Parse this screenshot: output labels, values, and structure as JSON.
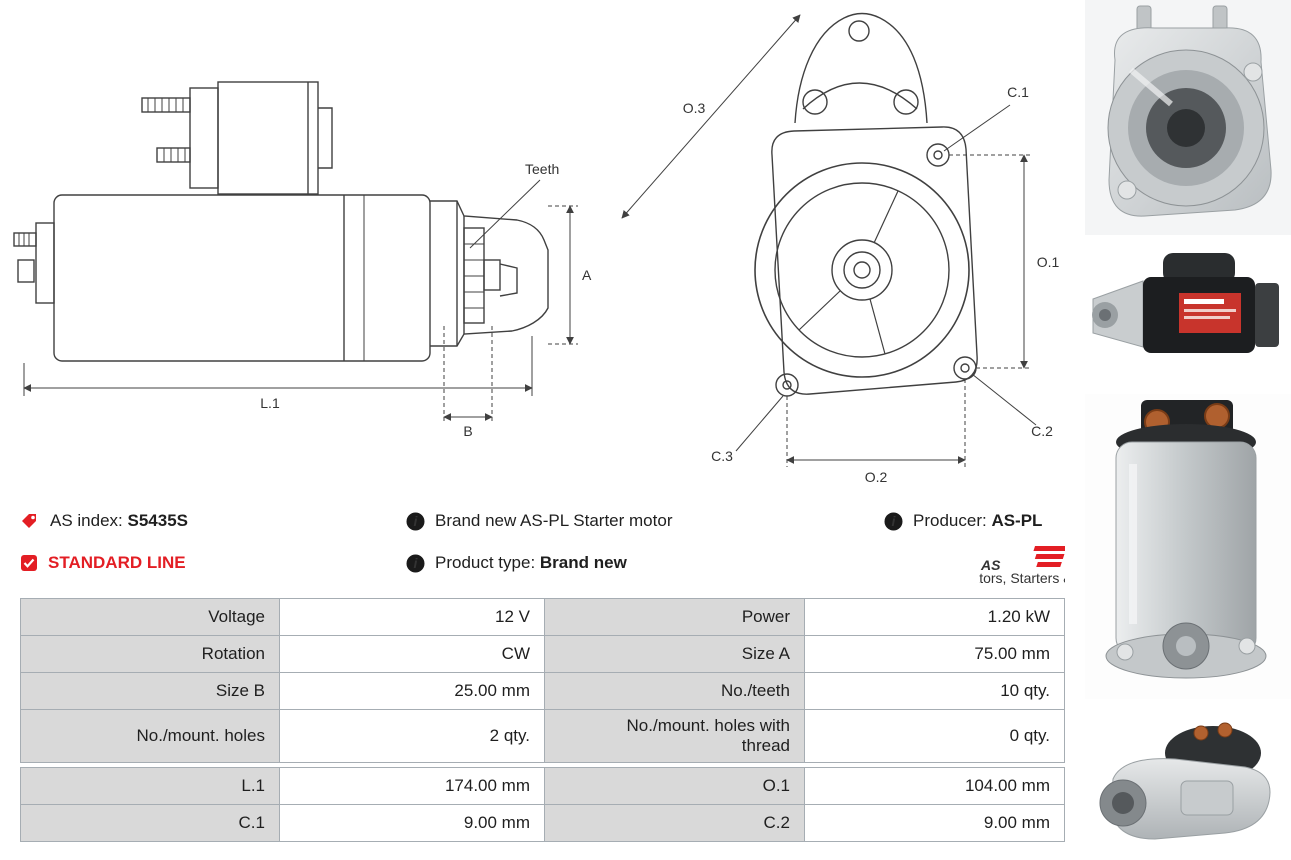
{
  "colors": {
    "accent_red": "#e31e24",
    "label_cell_bg": "#d9d9d9",
    "table_border": "#a6adb3"
  },
  "info": {
    "as_index": {
      "label": "AS index:",
      "value": "S5435S"
    },
    "standard_line": "STANDARD LINE",
    "brand_new_note": "Brand new AS-PL Starter motor",
    "product_type": {
      "label": "Product type:",
      "value": "Brand new"
    },
    "producer": {
      "label": "Producer:",
      "value": "AS-PL"
    },
    "logo": {
      "text": "AS",
      "tagline": "Alternators, Starters & Parts"
    }
  },
  "drawings": {
    "side_view": {
      "teeth": "Teeth",
      "dim_a": "A",
      "dim_b": "B",
      "dim_l1": "L.1"
    },
    "front_view": {
      "dim_o1": "O.1",
      "dim_o2": "O.2",
      "dim_o3": "O.3",
      "dim_c1": "C.1",
      "dim_c2": "C.2",
      "dim_c3": "C.3"
    }
  },
  "spec_table": {
    "rows": [
      [
        {
          "label": "Voltage",
          "value": "12 V"
        },
        {
          "label": "Power",
          "value": "1.20 kW"
        }
      ],
      [
        {
          "label": "Rotation",
          "value": "CW"
        },
        {
          "label": "Size A",
          "value": "75.00 mm"
        }
      ],
      [
        {
          "label": "Size B",
          "value": "25.00 mm"
        },
        {
          "label": "No./teeth",
          "value": "10 qty."
        }
      ],
      [
        {
          "label": "No./mount. holes",
          "value": "2 qty."
        },
        {
          "label": "No./mount. holes with thread",
          "value": "0 qty."
        }
      ],
      [
        {
          "label": "L.1",
          "value": "174.00 mm"
        },
        {
          "label": "O.1",
          "value": "104.00 mm"
        }
      ],
      [
        {
          "label": "C.1",
          "value": "9.00 mm"
        },
        {
          "label": "C.2",
          "value": "9.00 mm"
        }
      ]
    ]
  }
}
